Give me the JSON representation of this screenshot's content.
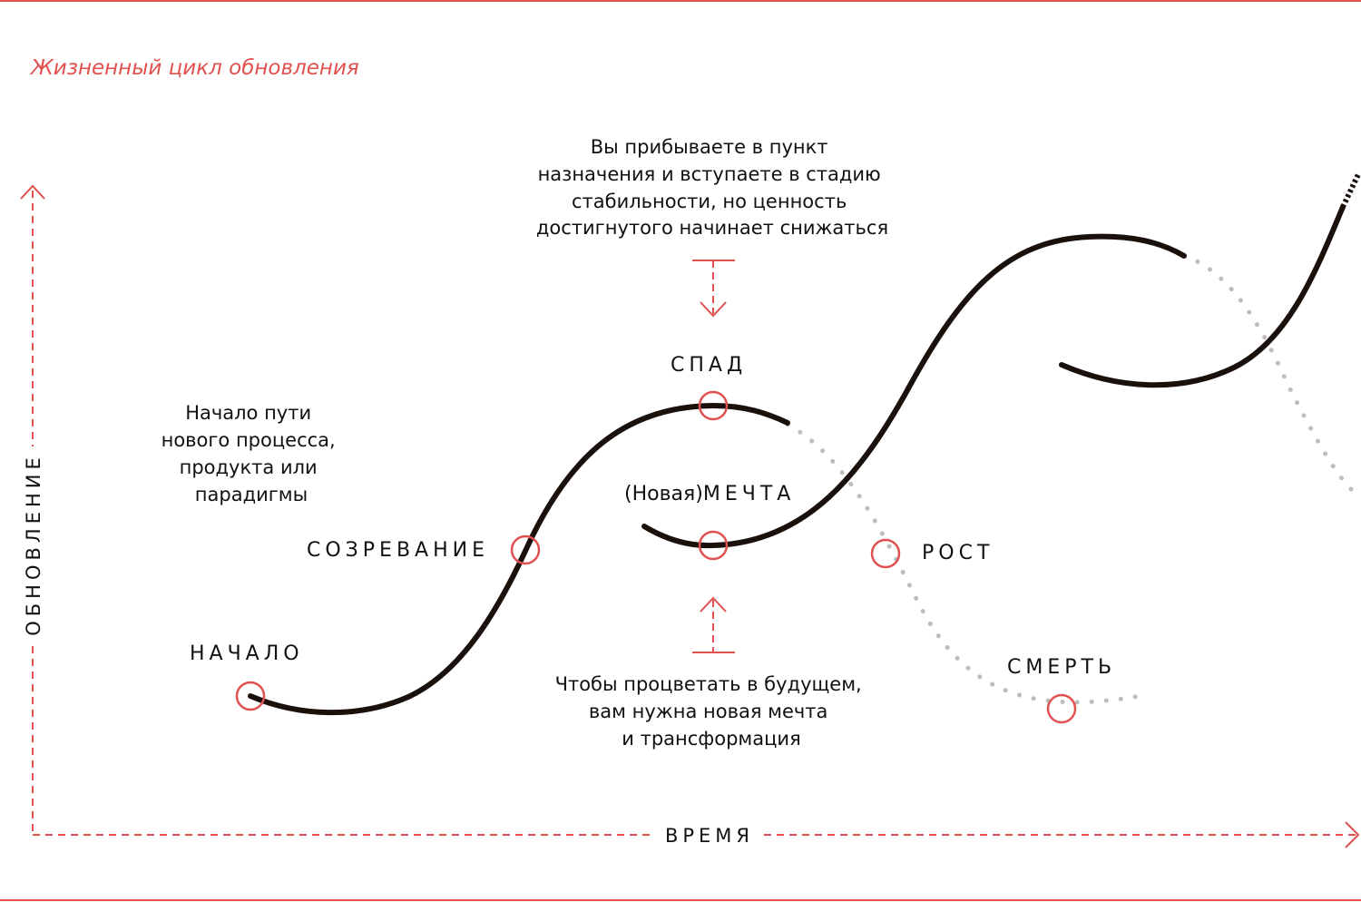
{
  "title": "Жизненный цикл обновления",
  "axes": {
    "y_label": "ОБНОВЛЕНИЕ",
    "x_label": "ВРЕМЯ"
  },
  "stages": {
    "start": "НАЧАЛО",
    "maturation": "СОЗРЕВАНИЕ",
    "decline": "СПАД",
    "dream_prefix": "(Новая)",
    "dream": "МЕЧТА",
    "growth": "РОСТ",
    "death": "СМЕРТЬ"
  },
  "descriptions": {
    "start_lines": [
      "Начало пути",
      "нового процесса,",
      "продукта или",
      "парадигмы"
    ],
    "decline_lines": [
      "Вы прибываете в пункт",
      "назначения и вступаете в стадию",
      "стабильности, но ценность",
      "достигнутого начинает снижаться"
    ],
    "dream_lines": [
      "Чтобы процветать в будущем,",
      "вам нужна новая мечта",
      "и трансформация"
    ]
  },
  "colors": {
    "accent": "#e0514f",
    "curve": "#1a100c",
    "dots": "#bdbdbd",
    "text": "#111111"
  }
}
